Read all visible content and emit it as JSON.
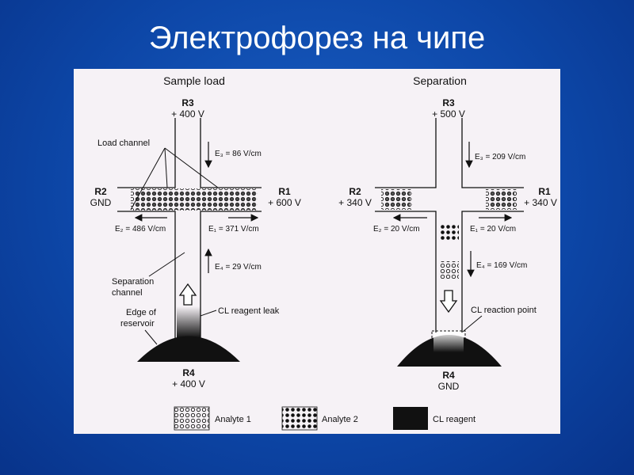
{
  "slide": {
    "title": "Электрофорез на чипе"
  },
  "left_panel": {
    "heading": "Sample load",
    "r3_name": "R3",
    "r3_voltage": "+ 400 V",
    "r2_name": "R2",
    "r2_voltage": "GND",
    "r1_name": "R1",
    "r1_voltage": "+ 600 V",
    "r4_name": "R4",
    "r4_voltage": "+ 400 V",
    "load_channel_label": "Load channel",
    "e3_label": "E₃ = 86 V/cm",
    "e2_label": "E₂ = 486 V/cm",
    "e1_label": "E₁ = 371 V/cm",
    "e4_label": "E₄ = 29 V/cm",
    "separation_channel_label_1": "Separation",
    "separation_channel_label_2": "channel",
    "edge_label_1": "Edge of",
    "edge_label_2": "reservoir",
    "leak_label": "CL reagent leak"
  },
  "right_panel": {
    "heading": "Separation",
    "r3_name": "R3",
    "r3_voltage": "+ 500 V",
    "r2_name": "R2",
    "r2_voltage": "+ 340 V",
    "r1_name": "R1",
    "r1_voltage": "+ 340 V",
    "r4_name": "R4",
    "r4_voltage": "GND",
    "e3_label": "E₃ = 209 V/cm",
    "e2_label": "E₂ = 20 V/cm",
    "e1_label": "E₁ = 20 V/cm",
    "e4_label": "E₄ = 169 V/cm",
    "reaction_label": "CL reaction point"
  },
  "legend": {
    "analyte1": "Analyte 1",
    "analyte2": "Analyte 2",
    "reagent": "CL reagent"
  },
  "colors": {
    "background": "#0d47a8",
    "panel": "#f6f2f6",
    "ink": "#111111"
  }
}
